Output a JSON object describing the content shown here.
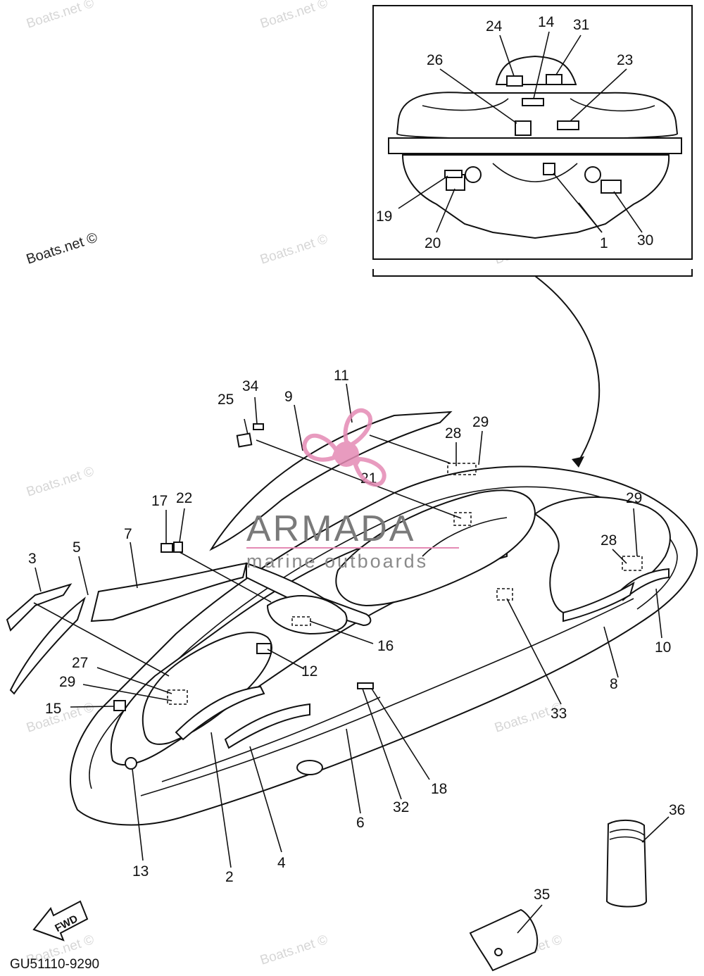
{
  "diagram_code": "GU51110-9290",
  "fwd_label": "FWD",
  "watermark_text": "Boats.net ©",
  "logo": {
    "name": "ARMADA",
    "tagline": "marine outboards",
    "accent_color": "#e48ab4"
  },
  "callouts": {
    "c1": "1",
    "c2": "2",
    "c3": "3",
    "c4": "4",
    "c5": "5",
    "c6": "6",
    "c7": "7",
    "c8": "8",
    "c9": "9",
    "c10": "10",
    "c11": "11",
    "c12": "12",
    "c13": "13",
    "c14": "14",
    "c15": "15",
    "c16": "16",
    "c17": "17",
    "c18": "18",
    "c19": "19",
    "c20": "20",
    "c21": "21",
    "c22": "22",
    "c23": "23",
    "c24": "24",
    "c25": "25",
    "c26": "26",
    "c27": "27",
    "c28a": "28",
    "c28b": "28",
    "c29a": "29",
    "c29b": "29",
    "c29c": "29",
    "c30": "30",
    "c31": "31",
    "c32": "32",
    "c33": "33",
    "c34": "34",
    "c35": "35",
    "c36": "36"
  }
}
